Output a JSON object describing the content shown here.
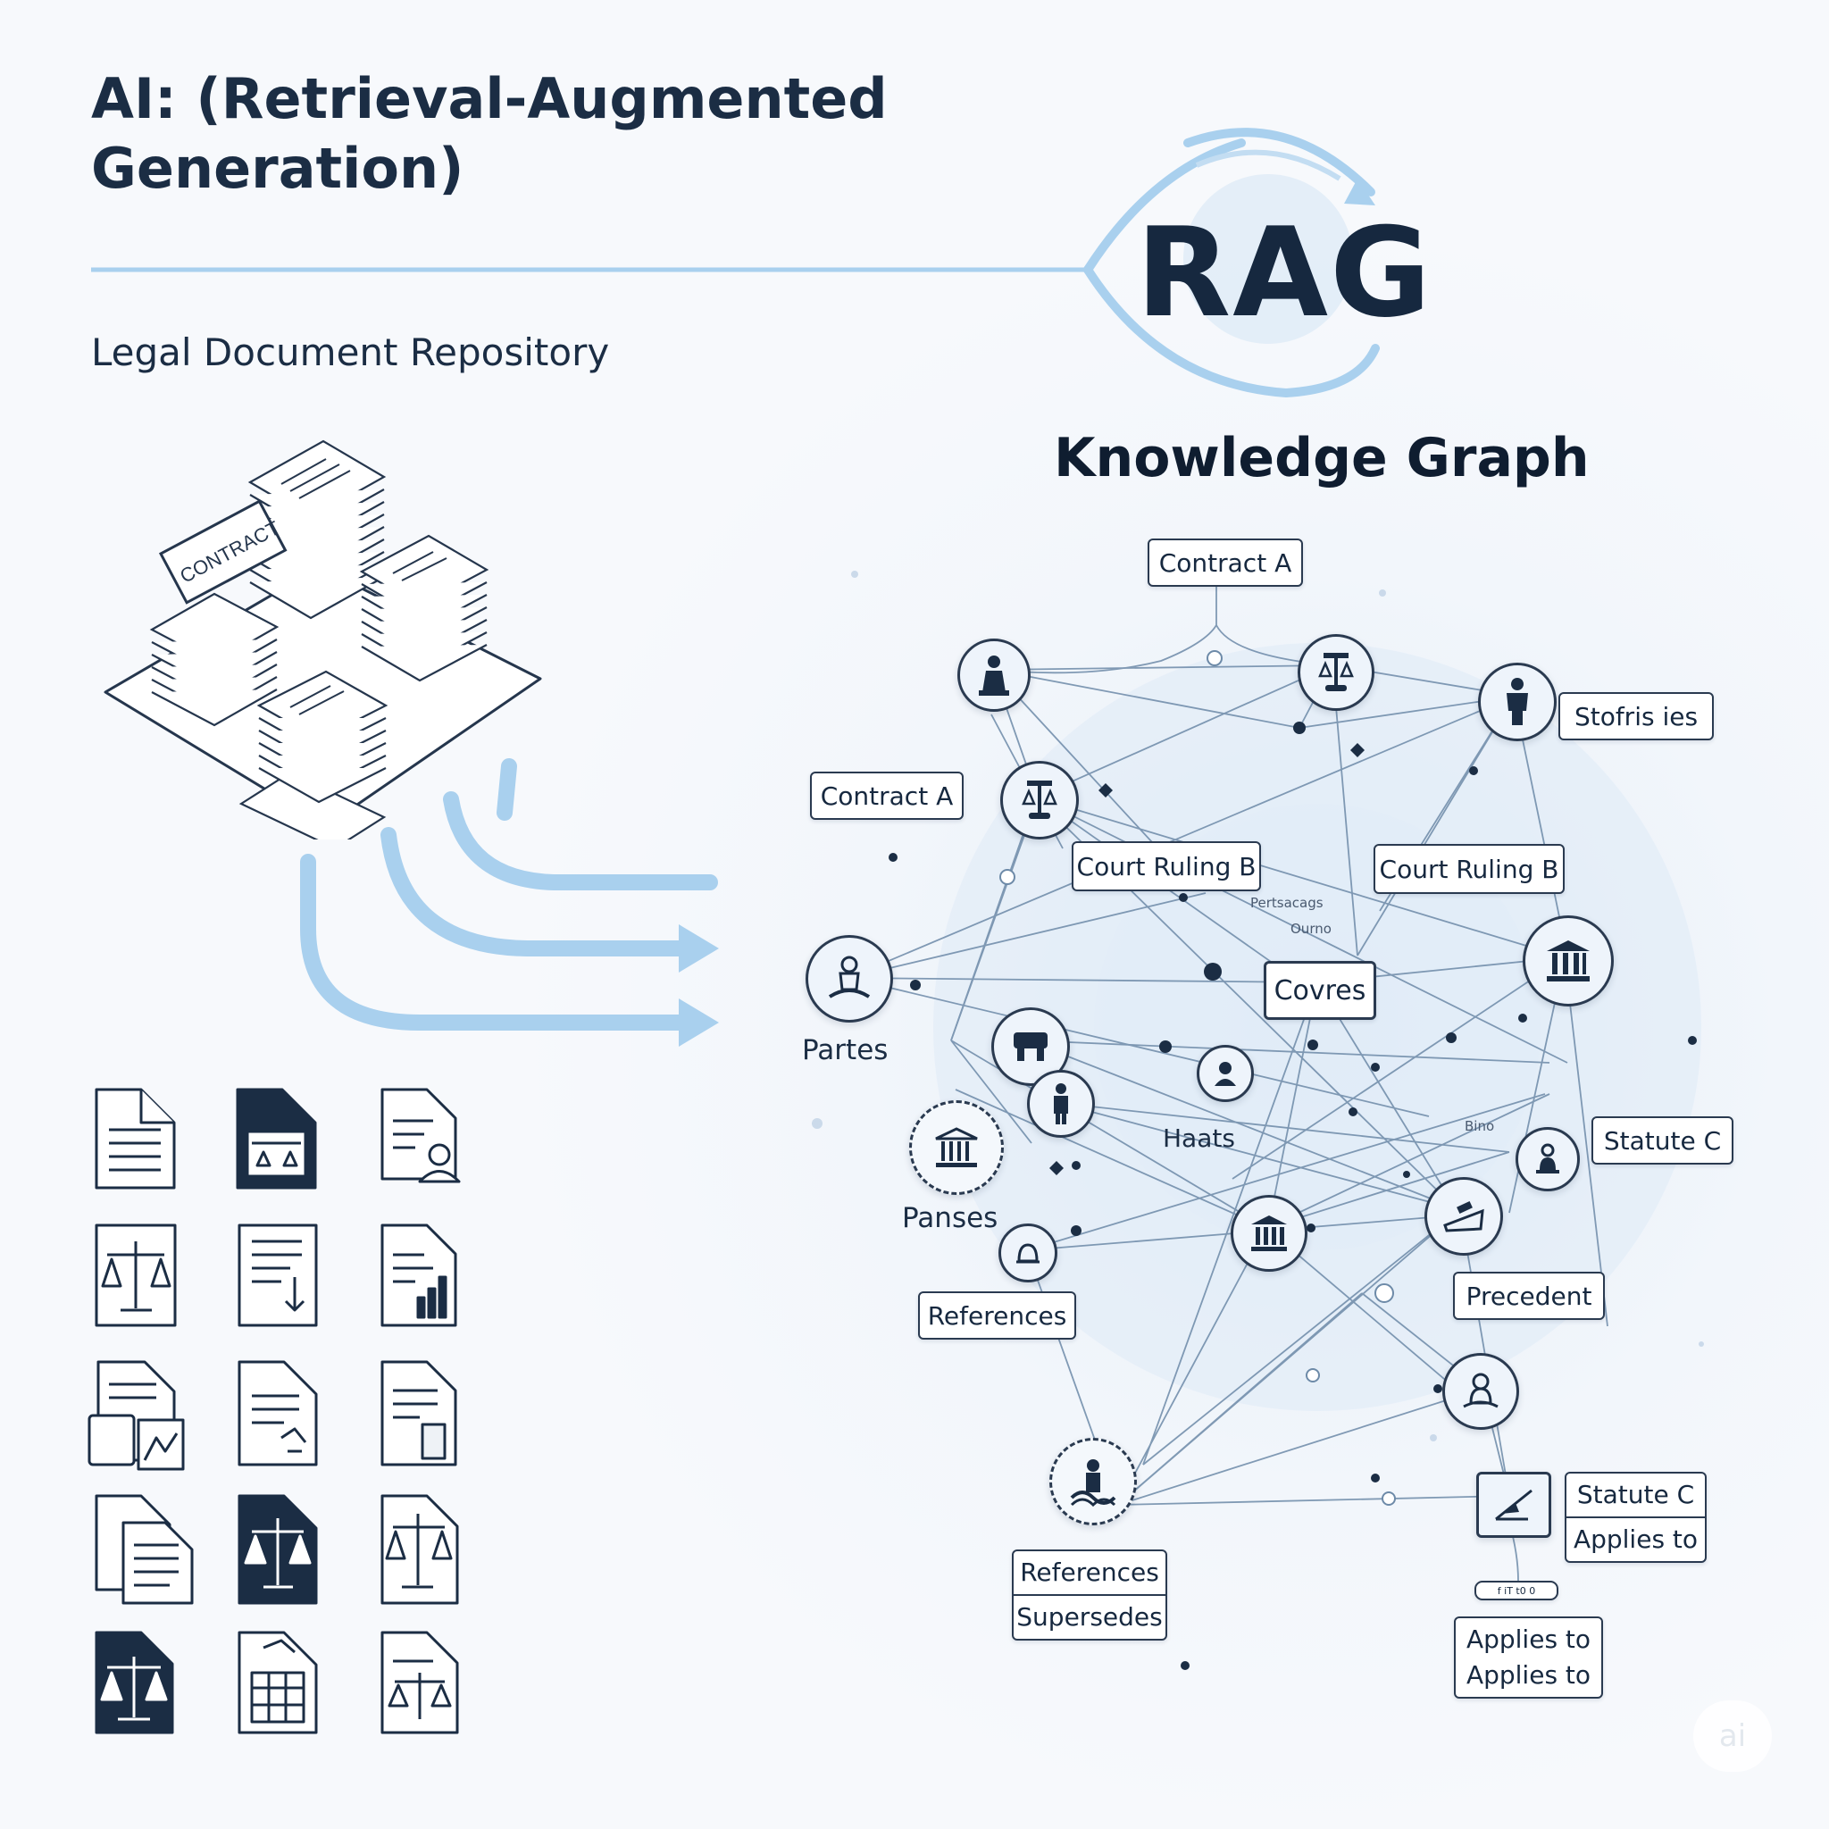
{
  "header": {
    "title_line1": "AI: (Retrieval-Augmented",
    "title_line2": "Generation)",
    "rag_label": "RAG"
  },
  "repository": {
    "label": "Legal Document Repository",
    "stack_label": "CONTRACT"
  },
  "graph": {
    "title": "Knowledge Graph",
    "boxes": {
      "contract_a_top": "Contract A",
      "contract_a_left": "Contract A",
      "stofris": "Stofris ies",
      "court_ruling_b_1": "Court Ruling B",
      "court_ruling_b_2": "Court Ruling B",
      "covres": "Covres",
      "statute_c_right": "Statute C",
      "precedent": "Precedent",
      "references_mid": "References",
      "statute_c_bottom": "Statute C",
      "applies_to_1": "Applies to",
      "references_bottom": "References",
      "supersedes": "Supersedes",
      "applies_to_2": "Applies to",
      "applies_to_3": "Applies to"
    },
    "labels": {
      "partes": "Partes",
      "panses": "Panses",
      "haats": "Haats",
      "small_1": "Pertsacags",
      "small_2": "Ourno",
      "small_3": "Bino",
      "small_4": "f iT t0 0"
    }
  },
  "watermark": "ai",
  "colors": {
    "accent_blue": "#a9d0ee",
    "ink": "#1b2d44",
    "line": "#6d8aa8"
  },
  "icons": [
    "document-icon",
    "document-scales-icon",
    "document-person-icon",
    "scales-icon",
    "document-download-icon",
    "document-chart-icon",
    "documents-image-icon",
    "document-recycle-icon",
    "document-seal-icon",
    "documents-stack-icon",
    "dark-document-scales-icon",
    "document-scales-outline-icon",
    "dark-scales-icon",
    "document-calendar-icon",
    "document-scales-small-icon"
  ]
}
